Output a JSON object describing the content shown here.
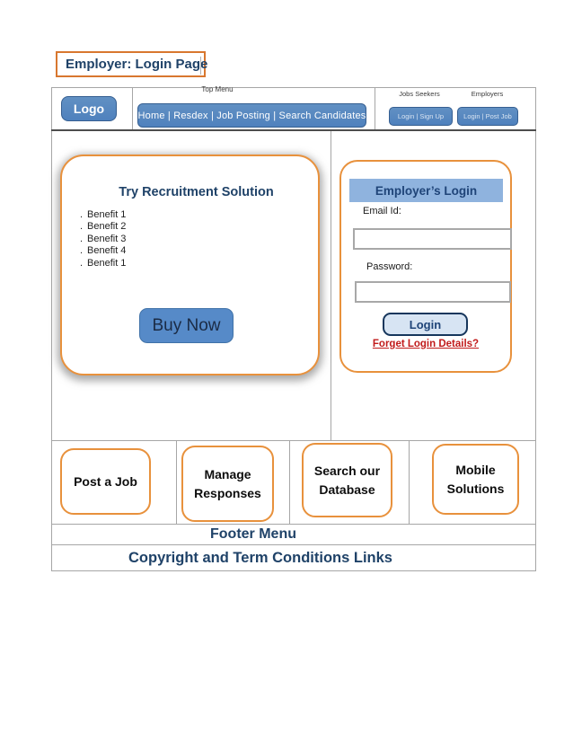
{
  "page": {
    "title": "Employer: Login Page"
  },
  "header": {
    "top_menu_label": "Top Menu",
    "logo_label": "Logo",
    "nav_text": "Home | Resdex | Job Posting | Search Candidates",
    "jobs_seekers_label": "Jobs Seekers",
    "employers_label": "Employers",
    "jobs_seekers_button": "Login | Sign Up",
    "employers_button": "Login | Post Job"
  },
  "promo": {
    "title": "Try Recruitment Solution",
    "bullet": ".",
    "benefits": [
      "Benefit 1",
      "Benefit 2",
      "Benefit 3",
      "Benefit 4",
      "Benefit 1"
    ],
    "buy_now_label": "Buy Now"
  },
  "login_panel": {
    "title": "Employer’s Login",
    "email_label": "Email Id:",
    "email_value": "",
    "password_label": "Password:",
    "password_value": "",
    "login_button": "Login",
    "forgot_link": "Forget Login Details?"
  },
  "features": [
    {
      "label": "Post a Job"
    },
    {
      "label": "Manage Responses"
    },
    {
      "label": "Search our Database"
    },
    {
      "label": "Mobile Solutions"
    }
  ],
  "footer": {
    "menu_label": "Footer Menu",
    "copyright_label": "Copyright and Term Conditions Links"
  },
  "colors": {
    "accent_blue": "#4F81BD",
    "buy_now_blue": "#568AC8",
    "light_blue_bar": "#8FB3DE",
    "login_button_fill": "#D7E4F3",
    "orange_border": "#E8913C",
    "title_orange_border": "#D8772F",
    "navy_text": "#1F4268",
    "red_link": "#C11B1B",
    "grid_line": "#A6A6A6"
  }
}
